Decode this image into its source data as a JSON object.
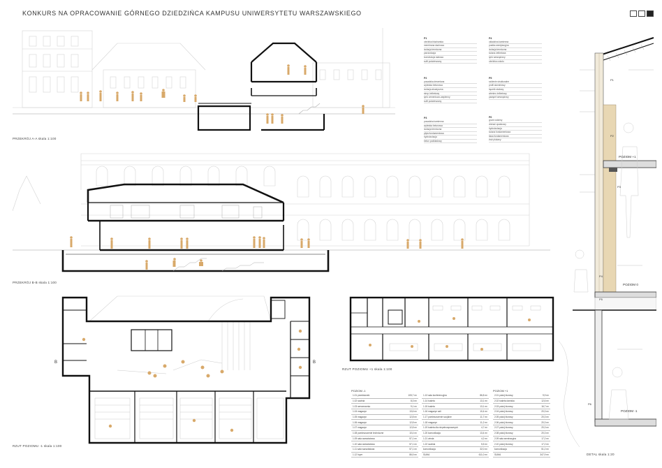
{
  "title": "KONKURS NA OPRACOWANIE GÓRNEGO DZIEDZIŃCA KAMPUSU UNIWERSYTETU WARSZAWSKIEGO",
  "captions": {
    "section_aa": "PRZEKRÓJ A-A skala 1:100",
    "section_bb": "PRZEKRÓJ B-B skala 1:100",
    "plan_minus1": "RZUT POZIOMU -1 skala 1:100",
    "plan_plus1": "RZUT POZIOMU +1 skala 1:100",
    "detail": "DETAL skala 1:20"
  },
  "levels": {
    "plus1": "POZIOM +1",
    "zero": "POZIOM 0",
    "minus1": "POZIOM -1"
  },
  "detail_tags": [
    "P1",
    "P2",
    "P3",
    "P4",
    "P5",
    "P6"
  ],
  "notes": {
    "col1": [
      {
        "head": "P1",
        "lines": [
          "obróbka blacharska",
          "membrana dachowa",
          "izolacja termiczna",
          "paroizolacja",
          "konstrukcja stalowa",
          "sufit podwieszany"
        ]
      },
      {
        "head": "P2",
        "lines": [
          "posadzka drewniana",
          "wylewka betonowa",
          "izolacja akustyczna",
          "strop żelbetowy",
          "tynk cementowo-wapienny",
          "sufit podwieszany"
        ]
      },
      {
        "head": "P3",
        "lines": [
          "posadzka kamienna",
          "wylewka betonowa",
          "izolacja termiczna",
          "płyta fundamentowa",
          "hydroizolacja",
          "beton podkładowy"
        ]
      }
    ],
    "col2": [
      {
        "head": "P4",
        "lines": [
          "okładzina kamienna",
          "pustka wentylacyjna",
          "izolacja termiczna",
          "ściana żelbetowa",
          "tynk wewnętrzny",
          "obróbka cokołu"
        ]
      },
      {
        "head": "P5",
        "lines": [
          "szklenie strukturalne",
          "profil aluminiowy",
          "łącznik stalowy",
          "wieniec żelbetowy",
          "parapet wewnętrzny"
        ]
      },
      {
        "head": "P6",
        "lines": [
          "grunt rodzimy",
          "drenaż opaskowy",
          "hydroizolacja",
          "ściana fundamentowa",
          "ława fundamentowa",
          "żwir płukany"
        ]
      }
    ]
  },
  "rooms": {
    "col1": {
      "head": "POZIOM -1",
      "rows": [
        [
          "1.01 przedsionek",
          "105,7 m²"
        ],
        [
          "1.02 szatnia",
          "8,3 m²"
        ],
        [
          "1.03 serwerownia",
          "9,1 m²"
        ],
        [
          "1.04 magazyn",
          "13,6 m²"
        ],
        [
          "1.05 magazyn",
          "12,8 m²"
        ],
        [
          "1.06 magazyn",
          "12,8 m²"
        ],
        [
          "1.07 magazyn",
          "12,8 m²"
        ],
        [
          "1.08 pomieszczenie techniczne",
          "10,4 m²"
        ],
        [
          "1.09 sala warsztatowa",
          "57,1 m²"
        ],
        [
          "1.10 sala warsztatowa",
          "57,1 m²"
        ],
        [
          "1.11 sala warsztatowa",
          "57,1 m²"
        ],
        [
          "1.12 foyer",
          "86,5 m²"
        ]
      ]
    },
    "col2": {
      "head": "",
      "rows": [
        [
          "1.13 sala konferencyjna",
          "86,8 m²"
        ],
        [
          "1.14 toaleta",
          "13,1 m²"
        ],
        [
          "1.15 toaleta",
          "13,1 m²"
        ],
        [
          "1.16 magazyn sali",
          "10,4 m²"
        ],
        [
          "1.17 pomieszczenie socjalne",
          "11,7 m²"
        ],
        [
          "1.18 magazyn",
          "11,2 m²"
        ],
        [
          "1.19 toaleta dla niepełnosprawnych",
          "4,7 m²"
        ],
        [
          "1.20 komunikacja",
          "13,4 m²"
        ],
        [
          "1.21 winda",
          "4,2 m²"
        ],
        [
          "1.22 szatnia",
          "5,5 m²"
        ],
        [
          "komunikacja",
          "32,0 m²"
        ],
        [
          "SUMA",
          "611,0 m²"
        ]
      ]
    },
    "col3": {
      "head": "POZIOM +1",
      "rows": [
        [
          "2.01 pokój biurowy",
          "9,9 m²"
        ],
        [
          "2.02 toaleta damska",
          "12,6 m²"
        ],
        [
          "2.03 pokój biurowy",
          "16,7 m²"
        ],
        [
          "2.04 pokój biurowy",
          "20,3 m²"
        ],
        [
          "2.05 pokój biurowy",
          "20,3 m²"
        ],
        [
          "2.06 pokój biurowy",
          "20,3 m²"
        ],
        [
          "2.07 pokój biurowy",
          "20,3 m²"
        ],
        [
          "2.08 pokój biurowy",
          "20,3 m²"
        ],
        [
          "2.09 sala seminaryjna",
          "17,2 m²"
        ],
        [
          "2.10 pokój biurowy",
          "17,2 m²"
        ],
        [
          "komunikacja",
          "51,2 m²"
        ],
        [
          "SUMA",
          "347,9 m²"
        ]
      ]
    }
  }
}
